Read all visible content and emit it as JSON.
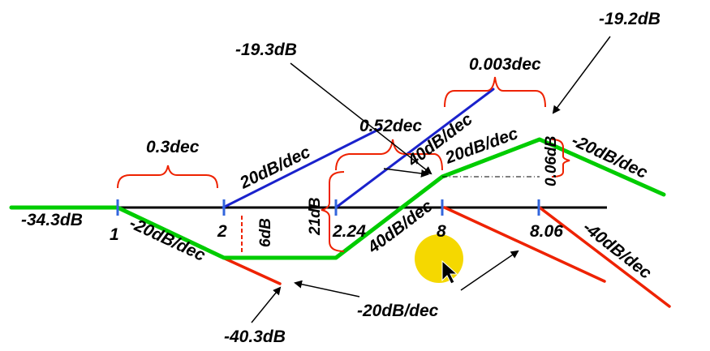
{
  "diagram": {
    "colors": {
      "axis": "#000000",
      "asymptote": "#00cc00",
      "red_lines": "#ee2200",
      "blue_lines": "#1a22cc",
      "ticks": "#3366dd",
      "cursor_highlight": "#f5d800"
    },
    "annotations": {
      "minus_19_3db": "-19.3dB",
      "minus_19_2db": "-19.2dB",
      "dec_0_003": "0.003dec",
      "dec_0_52": "0.52dec",
      "dec_0_3": "0.3dec",
      "db_0_06": "0.06dB",
      "db_21": "21dB",
      "db_6": "6dB",
      "minus_34_3db": "-34.3dB",
      "minus_40_3db": "-40.3dB",
      "minus_20db_dec_bottom": "-20dB/dec"
    },
    "slopes": {
      "minus_20_left": "-20dB/dec",
      "plus_20_blue": "20dB/dec",
      "plus_40_upper": "40dB/dec",
      "plus_20_green": "20dB/dec",
      "minus_20_right": "-20dB/dec",
      "plus_40_lower": "40dB/dec",
      "minus_40_right": "-40dB/dec"
    },
    "frequencies": {
      "f1": "1",
      "f2": "2",
      "f3": "2.24",
      "f4": "8",
      "f5": "8.06"
    }
  }
}
